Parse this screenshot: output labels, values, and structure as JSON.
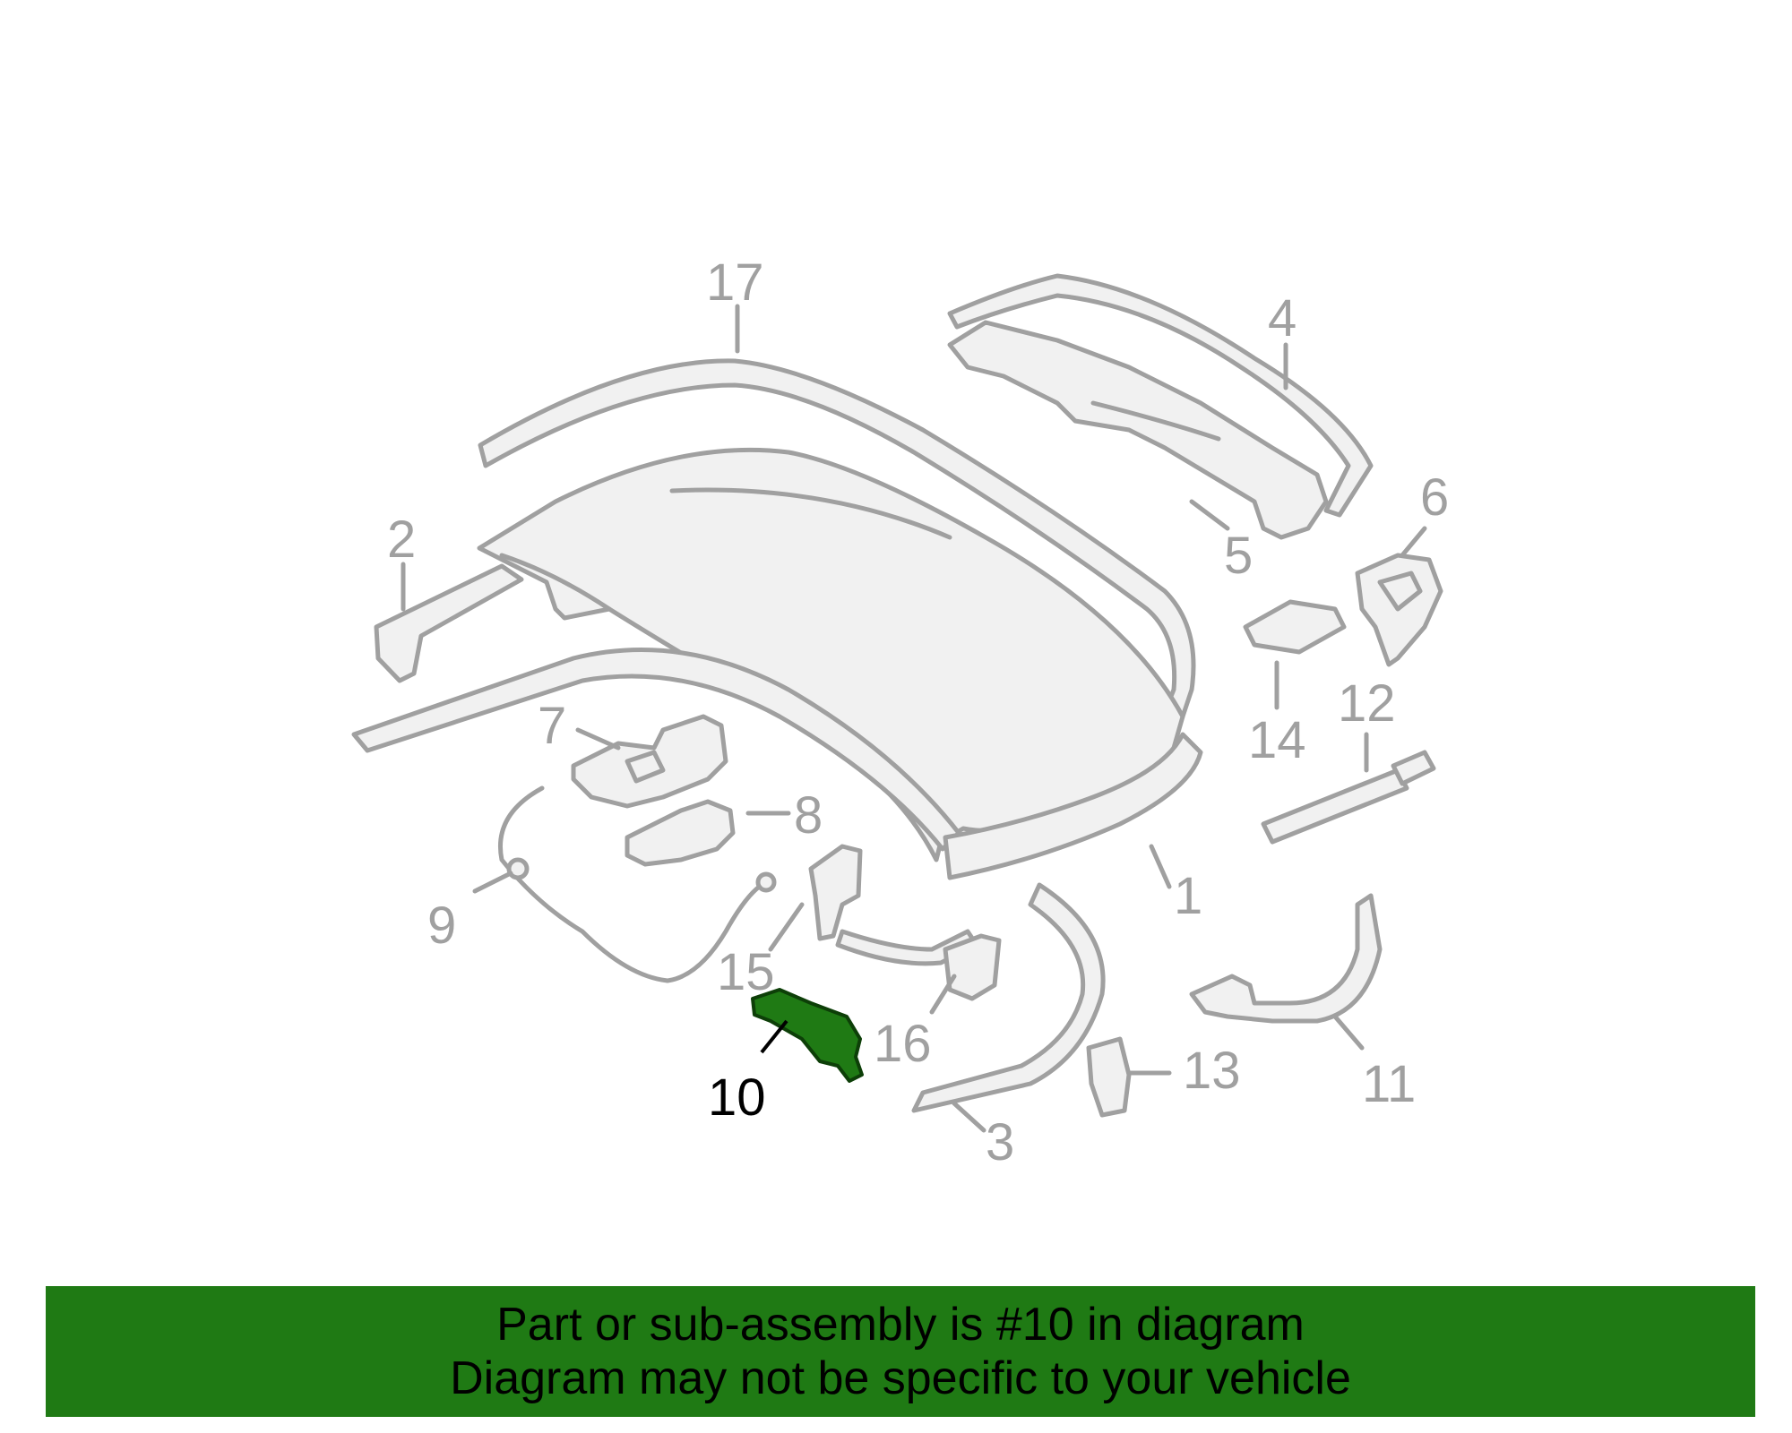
{
  "colors": {
    "line": "#a0a0a0",
    "part_fill": "#f1f1f1",
    "highlight": "#1f7a14",
    "highlight_label": "#000000",
    "banner_bg": "#1f7a14",
    "banner_text": "#000000"
  },
  "highlighted_part": "10",
  "callouts": [
    "1",
    "2",
    "3",
    "4",
    "5",
    "6",
    "7",
    "8",
    "9",
    "10",
    "11",
    "12",
    "13",
    "14",
    "15",
    "16",
    "17"
  ],
  "banner": {
    "line1": "Part or sub-assembly is #10 in diagram",
    "line2": "Diagram may not be specific to your vehicle"
  }
}
